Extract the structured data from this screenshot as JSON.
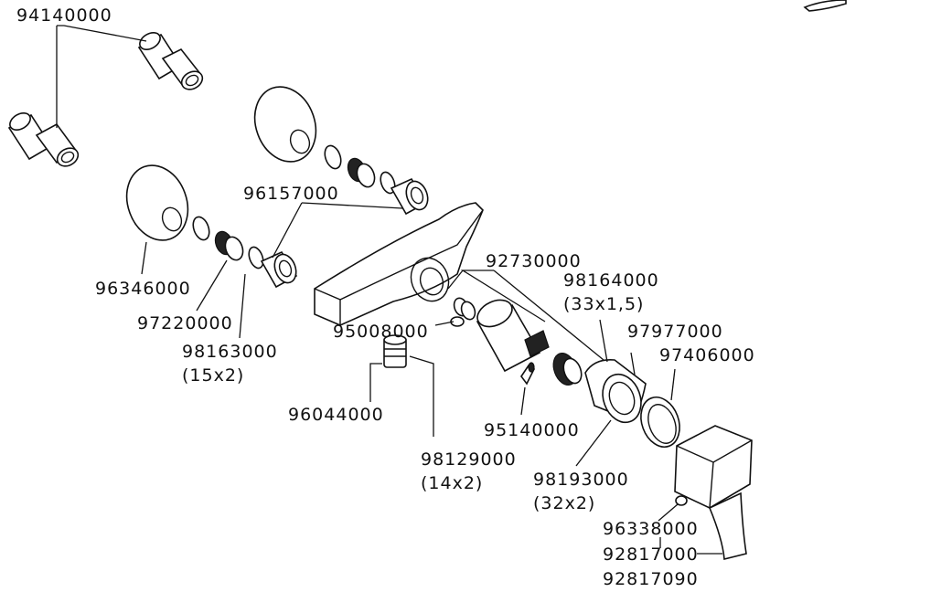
{
  "diagram": {
    "part_numbers": {
      "p94140000": "94140000",
      "p96157000": "96157000",
      "p96346000": "96346000",
      "p92730000": "92730000",
      "p98164000": "98164000",
      "p98164000_size": "(33x1,5)",
      "p97220000": "97220000",
      "p98163000": "98163000",
      "p98163000_size": "(15x2)",
      "p95008000": "95008000",
      "p97977000": "97977000",
      "p97406000": "97406000",
      "p96044000": "96044000",
      "p95140000": "95140000",
      "p98129000": "98129000",
      "p98129000_size": "(14x2)",
      "p98193000": "98193000",
      "p98193000_size": "(32x2)",
      "p96338000": "96338000",
      "p92817000": "92817000",
      "p92817090": "92817090"
    }
  }
}
